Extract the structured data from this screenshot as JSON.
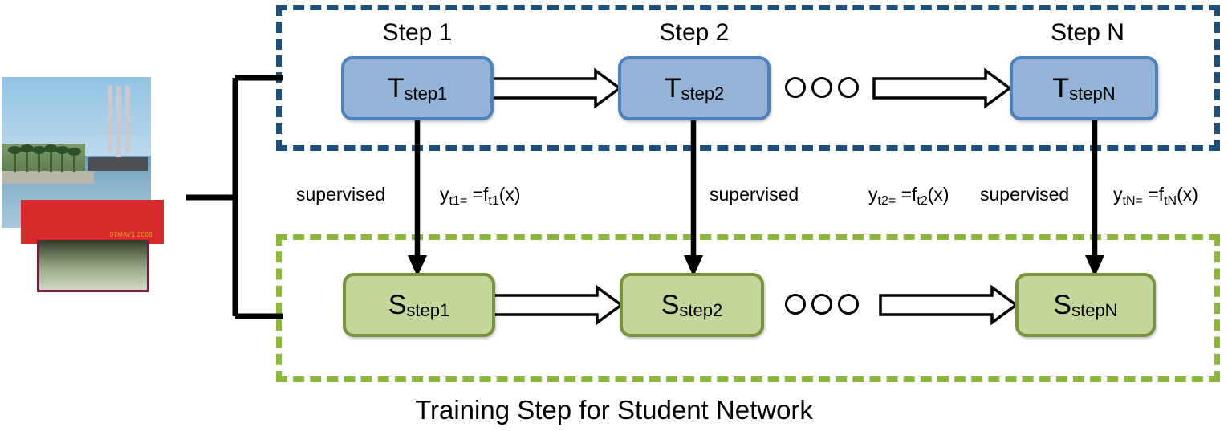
{
  "figure": {
    "caption": "Training Step for Student Network",
    "colors": {
      "teacher_fill": "#95B3D7",
      "teacher_border": "#4F81BD",
      "teacher_group_border": "#1F4E79",
      "student_fill": "#C3D69B",
      "student_border": "#77933C",
      "student_group_border": "#8DB63C",
      "arrow": "#000000"
    }
  },
  "steps": [
    {
      "caption": "Step 1"
    },
    {
      "caption": "Step 2"
    },
    {
      "caption": "Step N"
    }
  ],
  "teacher_nodes": [
    {
      "base": "T",
      "sub": "step1"
    },
    {
      "base": "T",
      "sub": "step2"
    },
    {
      "base": "T",
      "sub": "stepN"
    }
  ],
  "student_nodes": [
    {
      "base": "S",
      "sub": "step1"
    },
    {
      "base": "S",
      "sub": "step2"
    },
    {
      "base": "S",
      "sub": "stepN"
    }
  ],
  "supervision": [
    {
      "label": "supervised",
      "formula_base": "y",
      "formula_sub1": "t1=",
      "formula_mid": " =f",
      "formula_sub2": "t1",
      "formula_tail": "(x)"
    },
    {
      "label": "supervised",
      "formula_base": "y",
      "formula_sub1": "t2=",
      "formula_mid": " =f",
      "formula_sub2": "t2",
      "formula_tail": "(x)"
    },
    {
      "label": "supervised",
      "formula_base": "y",
      "formula_sub1": "tN=",
      "formula_mid": " =f",
      "formula_sub2": "tN",
      "formula_tail": "(x)"
    }
  ],
  "image_stack": {
    "red_photo_stamp": "07MAY1.2008"
  }
}
